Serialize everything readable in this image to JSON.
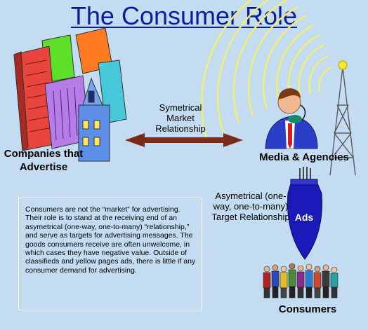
{
  "title": "The Consumer Role",
  "labels": {
    "companies": "Companies that Advertise",
    "media": "Media & Agencies",
    "consumers": "Consumers",
    "symmetric": "Symetrical Market Relationship",
    "asymmetric": "Asymetrical (one-way, one-to-many) Target Relationship",
    "ads": "Ads"
  },
  "description": "Consumers are not the “market” for advertising. Their role is to stand at the receiving end of an asymetrical (one-way, one-to-many) “relationship,” and serve as targets for advertising messages.  The goods consumers receive are often unwelcome, in which cases they have negative value.  Outside of classifieds and yellow pages ads, there is little if any consumer demand for advertising.",
  "colors": {
    "background": "#c3dcf2",
    "title": "#0b1e9c",
    "arrow": "#7a2a16",
    "bomb": "#1a1ab8",
    "signal": "#f2f07a"
  },
  "icons": [
    "office-buildings-icon",
    "businessman-phone-icon",
    "broadcast-tower-icon",
    "bomb-icon",
    "people-group-icon"
  ]
}
